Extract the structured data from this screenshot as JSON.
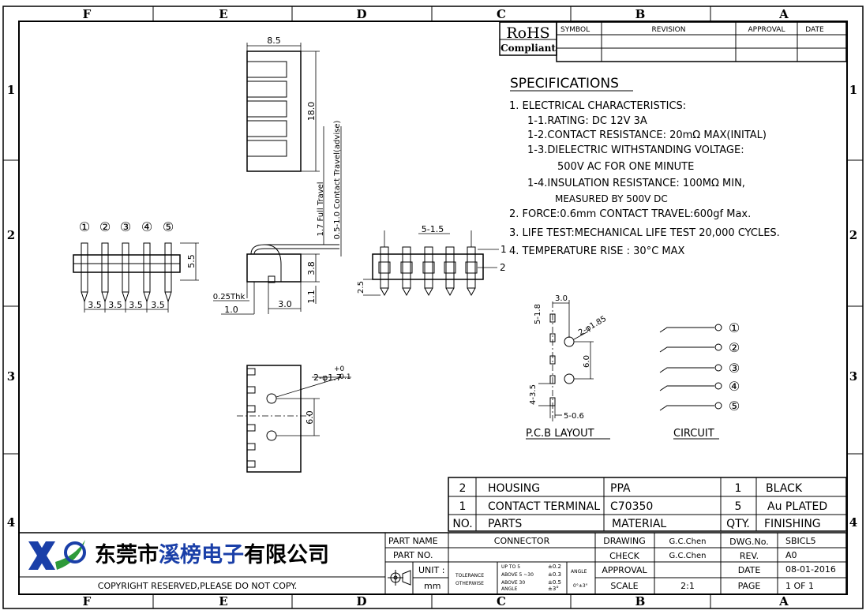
{
  "zones": {
    "columns": [
      "F",
      "E",
      "D",
      "C",
      "B",
      "A"
    ],
    "rows": [
      "1",
      "2",
      "3",
      "4"
    ]
  },
  "rohs": {
    "line1": "RoHS",
    "line2": "Compliant"
  },
  "revision_table": {
    "headers": [
      "SYMBOL",
      "REVISION",
      "APPROVAL",
      "DATE"
    ]
  },
  "specifications": {
    "title": "SPECIFICATIONS",
    "lines": [
      "1. ELECTRICAL CHARACTERISTICS:",
      "1-1.RATING: DC 12V 3A",
      "1-2.CONTACT RESISTANCE: 20mΩ MAX(INITAL)",
      "1-3.DIELECTRIC WITHSTANDING VOLTAGE:",
      "500V AC FOR ONE MINUTE",
      "1-4.INSULATION RESISTANCE: 100MΩ MIN,",
      "MEASURED BY 500V DC",
      "2. FORCE:0.6mm CONTACT TRAVEL:600gf Max.",
      "3. LIFE TEST:MECHANICAL LIFE TEST 20,000 CYCLES.",
      "4. TEMPERATURE RISE : 30°C MAX"
    ]
  },
  "dimensions": {
    "top_width": "8.5",
    "top_height": "18.0",
    "full_travel": "1.7 Full Travel",
    "contact_travel": "0.5-1.0 Contact Travel(advise)",
    "pin_height": "5.5",
    "pitch": "3.5",
    "thickness": "0.25Thk",
    "side_1_0": "1.0",
    "side_3_0": "3.0",
    "side_3_8": "3.8",
    "side_1_1": "1.1",
    "front_pitch": "5-1.5",
    "front_2_5": "2.5",
    "front_label_1": "1",
    "front_label_2": "2",
    "hole_note": "2-φ1.7",
    "hole_tol_plus": "+0",
    "hole_tol_minus": "-0.1",
    "hole_spacing": "6.0",
    "pcb_3_0": "3.0",
    "pcb_5_1_8": "5-1.8",
    "pcb_holes": "2-φ1.85",
    "pcb_6_0": "6.0",
    "pcb_4_3_5": "4-3.5",
    "pcb_5_0_6": "5-0.6"
  },
  "pins": [
    "①",
    "②",
    "③",
    "④",
    "⑤"
  ],
  "layout_titles": {
    "pcb": "P.C.B LAYOUT",
    "circuit": "CIRCUIT"
  },
  "bom": {
    "rows": [
      [
        "2",
        "HOUSING",
        "PPA",
        "1",
        "BLACK"
      ],
      [
        "1",
        "CONTACT TERMINAL",
        "C70350",
        "5",
        "Au PLATED"
      ],
      [
        "NO.",
        "PARTS",
        "MATERIAL",
        "QTY.",
        "FINISHING"
      ]
    ]
  },
  "title_block": {
    "company": "东莞市溪榜电子有限公司",
    "company_a": "东莞市",
    "company_b": "溪榜电子",
    "company_c": "有限公司",
    "copyright": "COPYRIGHT RESERVED,PLEASE DO NOT COPY.",
    "part_name_label": "PART NAME",
    "part_name": "CONNECTOR",
    "part_no_label": "PART NO.",
    "unit_label": "UNIT :",
    "unit": "mm",
    "tolerance": "TOLERANCE",
    "otherwise": "OTHERWISE",
    "tol_1": "UP TO 5",
    "tol_2": "ABOVE 5 ~30",
    "tol_3": "ABOVE 30",
    "tol_4": "ANGLE",
    "tol_v1": "±0.2",
    "tol_v2": "±0.3",
    "tol_v3": "±0.5",
    "tol_v4": "±3°",
    "angle_label": "ANGLE",
    "angle_value": "0°±3°",
    "drawing_label": "DRAWING",
    "drawing": "G.C.Chen",
    "check_label": "CHECK",
    "check": "G.C.Chen",
    "approval_label": "APPROVAL",
    "scale_label": "SCALE",
    "scale": "2:1",
    "dwg_no_label": "DWG.No.",
    "dwg_no": "SBICL5",
    "rev_label": "REV.",
    "rev": "A0",
    "date_label": "DATE",
    "date": "08-01-2016",
    "page_label": "PAGE",
    "page": "1 OF 1"
  },
  "colors": {
    "logo_blue": "#1a3fa8",
    "logo_green": "#2e9a3a",
    "line": "#000000"
  }
}
